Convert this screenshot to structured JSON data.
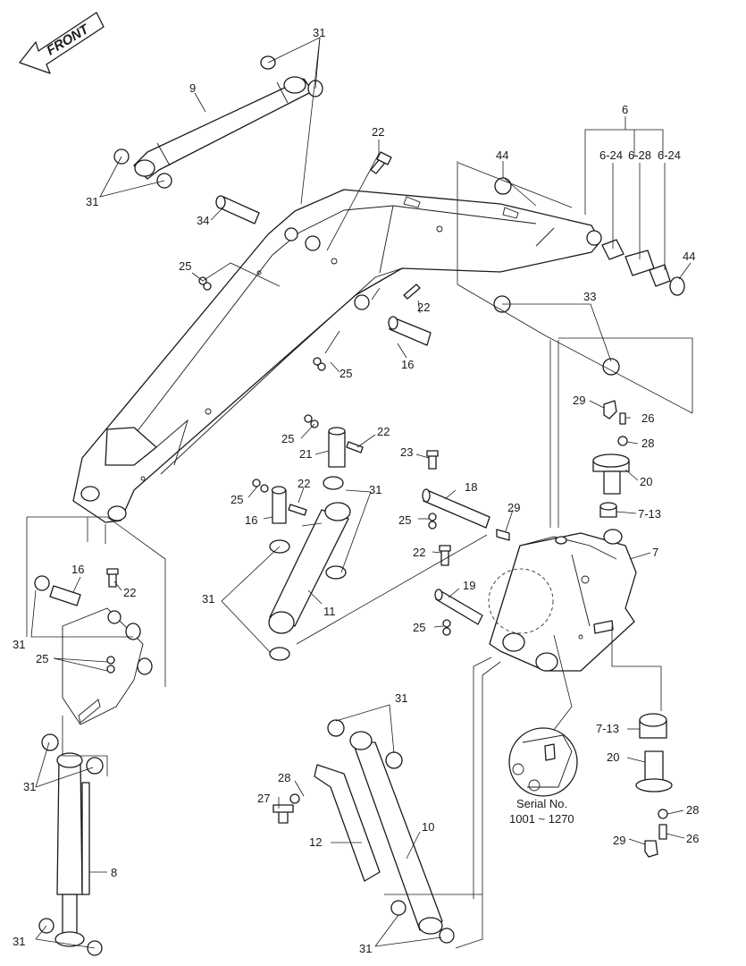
{
  "front_label": "FRONT",
  "serial": {
    "line1": "Serial No.",
    "line2": "1001 ~ 1270"
  },
  "callouts": {
    "c31a": "31",
    "c9": "9",
    "c31b": "31",
    "c34": "34",
    "c22a": "22",
    "c25a": "25",
    "c44a": "44",
    "c6": "6",
    "c624a": "6-24",
    "c628": "6-28",
    "c624b": "6-24",
    "c44b": "44",
    "c33": "33",
    "c22b": "22",
    "c16a": "16",
    "c25b": "25",
    "c29a": "29",
    "c26a": "26",
    "c28a": "28",
    "c20a": "20",
    "c713a": "7-13",
    "c7": "7",
    "c25c": "25",
    "c22c": "22",
    "c21": "21",
    "c23": "23",
    "c18": "18",
    "c25d": "25",
    "c29b": "29",
    "c22d": "22",
    "c31c": "31",
    "c25e": "25",
    "c16b": "16",
    "c22e": "22",
    "c31d": "31",
    "c11": "11",
    "c19": "19",
    "c25f": "25",
    "c16c": "16",
    "c22f": "22",
    "c31e": "31",
    "c25g": "25",
    "c31f": "31",
    "c8": "8",
    "c31g": "31",
    "c31h": "31",
    "c28b": "28",
    "c27": "27",
    "c12": "12",
    "c10": "10",
    "c31i": "31",
    "c713b": "7-13",
    "c20b": "20",
    "c28c": "28",
    "c26b": "26",
    "c29c": "29"
  }
}
